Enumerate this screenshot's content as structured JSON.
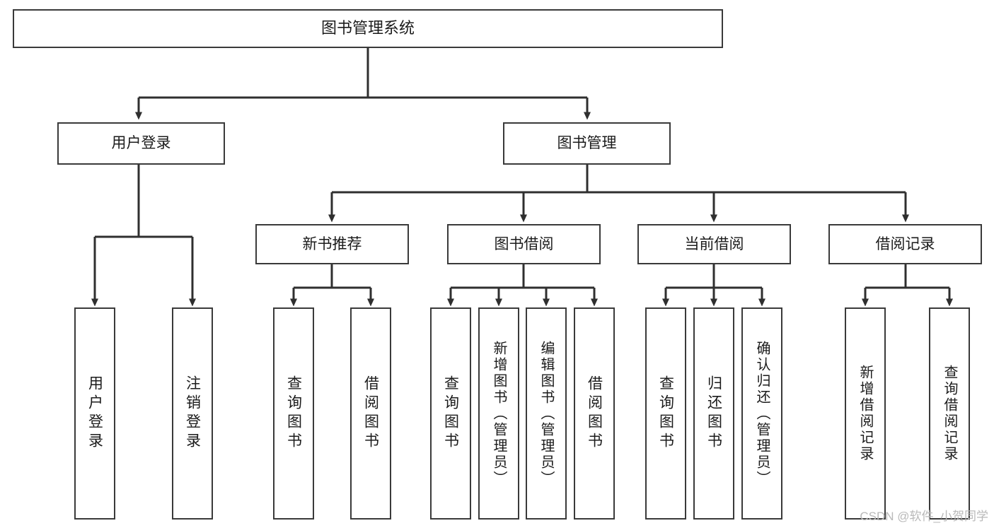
{
  "diagram": {
    "title": "图书管理系统",
    "type": "tree",
    "watermark": "CSDN @软件_小贺同学",
    "colors": {
      "box_border": "#3a3a3a",
      "box_fill": "#ffffff",
      "connector": "#2f2f2f",
      "text": "#1b1b1b",
      "watermark": "#b9b9b9",
      "background": "#ffffff"
    },
    "levels": {
      "root": "图书管理系统",
      "level2": [
        "用户登录",
        "图书管理"
      ],
      "level3": [
        "新书推荐",
        "图书借阅",
        "当前借阅",
        "借阅记录"
      ]
    },
    "nodes": {
      "root": {
        "label": "图书管理系统"
      },
      "user_login": {
        "label": "用户登录"
      },
      "book_manage": {
        "label": "图书管理"
      },
      "new_book_rec": {
        "label": "新书推荐"
      },
      "book_borrow": {
        "label": "图书借阅"
      },
      "current_borrow": {
        "label": "当前借阅"
      },
      "borrow_record": {
        "label": "借阅记录"
      },
      "leaf_user_login": {
        "label": "用户登录"
      },
      "leaf_logout": {
        "label": "注销登录"
      },
      "leaf_query_book_1": {
        "label": "查询图书"
      },
      "leaf_borrow_book_1": {
        "label": "借阅图书"
      },
      "leaf_query_book_2": {
        "label": "查询图书"
      },
      "leaf_add_book_admin": {
        "label": "新增图书（管理员）"
      },
      "leaf_edit_book_admin": {
        "label": "编辑图书（管理员）"
      },
      "leaf_borrow_book_2": {
        "label": "借阅图书"
      },
      "leaf_query_book_3": {
        "label": "查询图书"
      },
      "leaf_return_book": {
        "label": "归还图书"
      },
      "leaf_confirm_return_admin": {
        "label": "确认归还（管理员）"
      },
      "leaf_add_borrow_record": {
        "label": "新增借阅记录"
      },
      "leaf_query_borrow_record": {
        "label": "查询借阅记录"
      }
    },
    "edges": [
      {
        "from": "root",
        "to": "user_login"
      },
      {
        "from": "root",
        "to": "book_manage"
      },
      {
        "from": "user_login",
        "to": "leaf_user_login"
      },
      {
        "from": "user_login",
        "to": "leaf_logout"
      },
      {
        "from": "book_manage",
        "to": "new_book_rec"
      },
      {
        "from": "book_manage",
        "to": "book_borrow"
      },
      {
        "from": "book_manage",
        "to": "current_borrow"
      },
      {
        "from": "book_manage",
        "to": "borrow_record"
      },
      {
        "from": "new_book_rec",
        "to": "leaf_query_book_1"
      },
      {
        "from": "new_book_rec",
        "to": "leaf_borrow_book_1"
      },
      {
        "from": "book_borrow",
        "to": "leaf_query_book_2"
      },
      {
        "from": "book_borrow",
        "to": "leaf_add_book_admin"
      },
      {
        "from": "book_borrow",
        "to": "leaf_edit_book_admin"
      },
      {
        "from": "book_borrow",
        "to": "leaf_borrow_book_2"
      },
      {
        "from": "current_borrow",
        "to": "leaf_query_book_3"
      },
      {
        "from": "current_borrow",
        "to": "leaf_return_book"
      },
      {
        "from": "current_borrow",
        "to": "leaf_confirm_return_admin"
      },
      {
        "from": "borrow_record",
        "to": "leaf_add_borrow_record"
      },
      {
        "from": "borrow_record",
        "to": "leaf_query_borrow_record"
      }
    ]
  }
}
